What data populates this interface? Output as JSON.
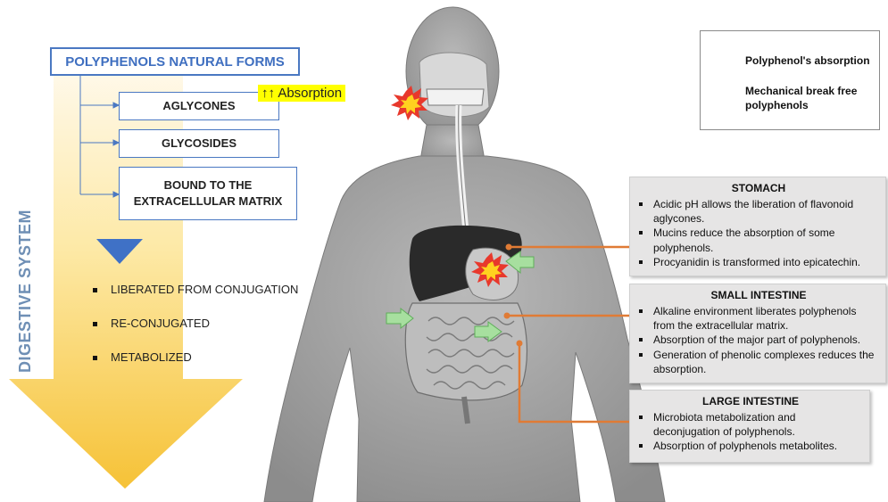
{
  "natural_forms": {
    "title": "POLYPHENOLS NATURAL FORMS",
    "forms": [
      "AGLYCONES",
      "GLYCOSIDES",
      "BOUND TO THE EXTRACELLULAR MATRIX"
    ],
    "absorption_tag": "↑↑ Absorption"
  },
  "digestive_label": "DIGESTIVE SYSTEM",
  "fates": [
    "LIBERATED FROM CONJUGATION",
    "RE-CONJUGATED",
    "METABOLIZED"
  ],
  "legend": {
    "absorption": "Polyphenol's absorption",
    "mechanical": "Mechanical break free polyphenols"
  },
  "stomach": {
    "title": "STOMACH",
    "items": [
      "Acidic pH allows the liberation of flavonoid aglycones.",
      "Mucins reduce the absorption of some polyphenols.",
      "Procyanidin is transformed into epicatechin."
    ]
  },
  "small_intestine": {
    "title": "SMALL INTESTINE",
    "items": [
      "Alkaline environment liberates polyphenols from the extracellular matrix.",
      "Absorption of the major part of polyphenols.",
      "Generation of phenolic complexes reduces the absorption."
    ]
  },
  "large_intestine": {
    "title": "LARGE INTESTINE",
    "items": [
      "Microbiota metabolization and deconjugation of polyphenols.",
      "Absorption of polyphenols metabolites."
    ]
  },
  "colors": {
    "arrow_top": "#fef1c4",
    "arrow_bottom": "#f7c742",
    "box_border": "#4a78c2",
    "connector": "#e07b35",
    "absorption_arrow": "#a7df9f",
    "burst_outer": "#e8382c",
    "burst_inner": "#ffd21f",
    "highlight": "#ffff00",
    "body": "#9e9e9e"
  },
  "icons": [
    "absorption-arrow-icon",
    "mechanical-burst-icon",
    "down-arrow-icon"
  ]
}
